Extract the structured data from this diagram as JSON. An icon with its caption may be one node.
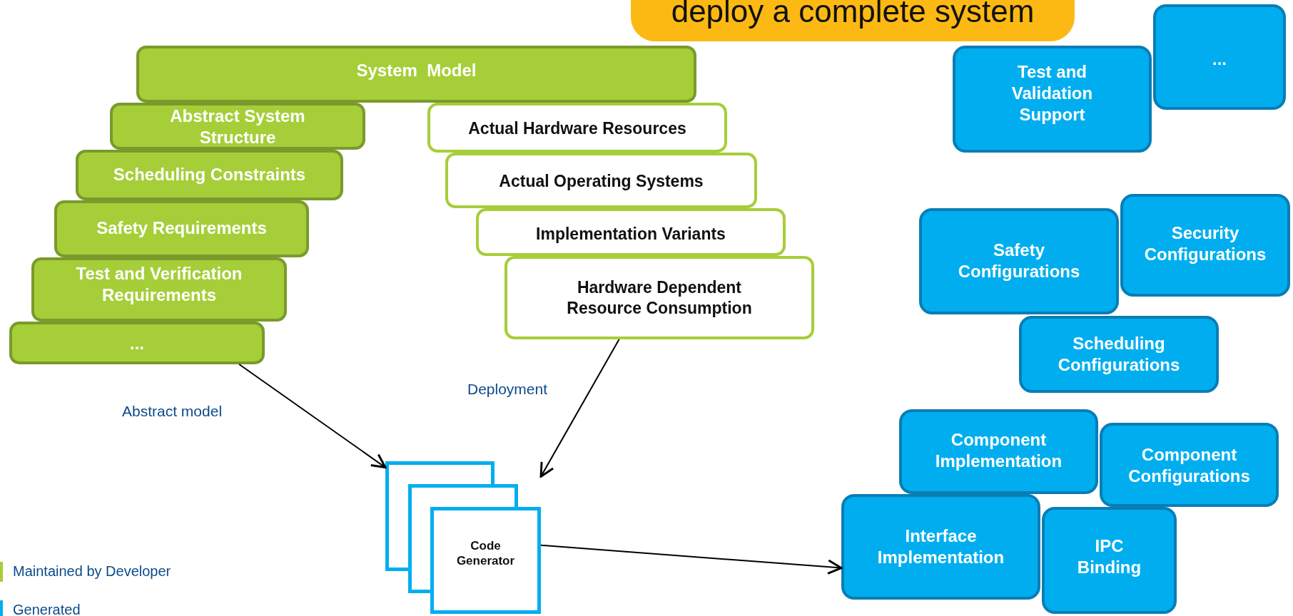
{
  "diagram": {
    "nodes": [
      {
        "text": [
          "deploy a complete system"
        ]
      },
      {
        "text": [
          "System  Model"
        ]
      },
      {
        "text": [
          "Abstract System Structure"
        ]
      },
      {
        "text": [
          "Scheduling Constraints"
        ]
      },
      {
        "text": [
          "Safety Requirements"
        ]
      },
      {
        "text": [
          "Test and Verification Requirements"
        ]
      },
      {
        "text": [
          "..."
        ]
      },
      {
        "text": [
          "Actual Hardware Resources"
        ]
      },
      {
        "text": [
          "Actual Operating Systems"
        ]
      },
      {
        "text": [
          "Implementation Variants"
        ]
      },
      {
        "text": [
          "Hardware Dependent Resource Consumption"
        ]
      },
      {
        "text": [
          "..."
        ]
      },
      {
        "text": [
          "Test and Validation Support"
        ]
      },
      {
        "text": [
          "Safety Configurations"
        ]
      },
      {
        "text": [
          "Security Configurations"
        ]
      },
      {
        "text": [
          "Scheduling Configurations"
        ]
      },
      {
        "text": [
          "Component Implementation"
        ]
      },
      {
        "text": [
          "Component Configurations"
        ]
      },
      {
        "text": [
          "Interface Implementation"
        ]
      },
      {
        "text": [
          "IPC Binding"
        ]
      },
      {
        "text": [
          "Code Generator"
        ]
      }
    ],
    "edges": [
      {
        "from": 6,
        "to": 20,
        "arrow": "to",
        "label": "Abstract model"
      },
      {
        "from": 10,
        "to": 20,
        "arrow": "to",
        "label": "Deployment"
      },
      {
        "from": 20,
        "to": 18,
        "arrow": "to"
      }
    ],
    "legend": [
      {
        "text": "Maintained by Developer",
        "color": "#a6ce39"
      },
      {
        "text": "Generated",
        "color": "#00aeef"
      }
    ]
  }
}
